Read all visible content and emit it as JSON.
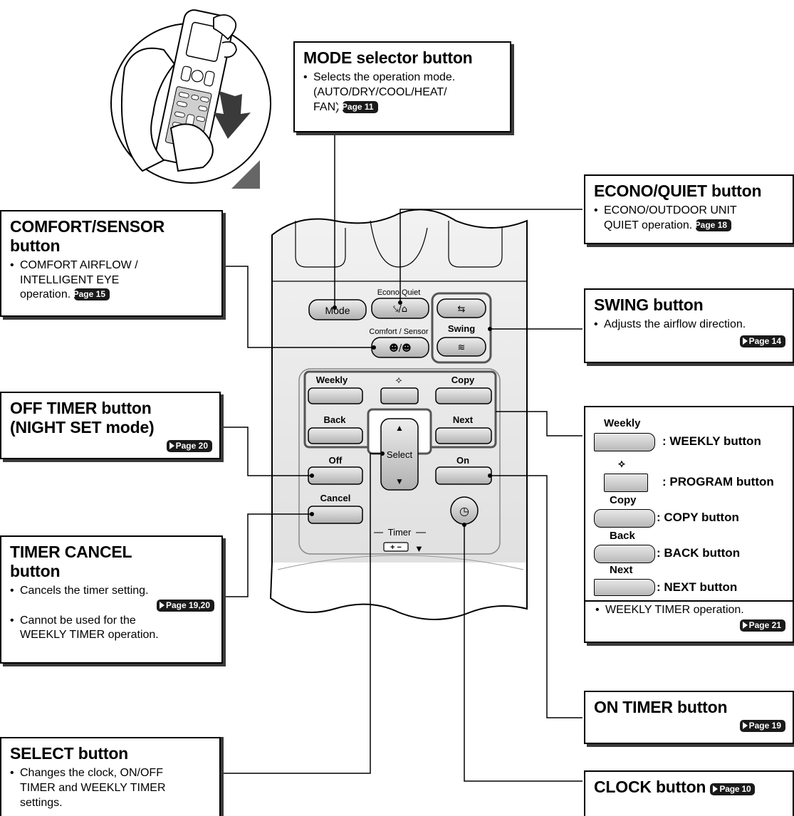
{
  "mode": {
    "title": "MODE selector button",
    "lines": [
      "Selects the operation mode.",
      "(AUTO/DRY/COOL/HEAT/",
      "FAN)"
    ],
    "page": "Page 11"
  },
  "econo": {
    "title": "ECONO/QUIET button",
    "lines": [
      "ECONO/OUTDOOR UNIT",
      "QUIET operation."
    ],
    "page": "Page 18"
  },
  "comfort": {
    "title_1": "COMFORT/SENSOR",
    "title_2": "button",
    "lines": [
      "COMFORT AIRFLOW /",
      "INTELLIGENT EYE",
      "operation."
    ],
    "page": "Page 15"
  },
  "swing": {
    "title": "SWING button",
    "text": "Adjusts the airflow direction.",
    "page": "Page 14"
  },
  "offtimer": {
    "title_1": "OFF TIMER button",
    "title_2": "(NIGHT SET mode)",
    "page": "Page 20"
  },
  "weekly_panel": {
    "weekly_label": "Weekly",
    "weekly_desc": ": WEEKLY button",
    "program_desc": ": PROGRAM button",
    "copy_label": "Copy",
    "copy_desc": ": COPY button",
    "back_label": "Back",
    "back_desc": ": BACK button",
    "next_label": "Next",
    "next_desc": ": NEXT button",
    "text": "WEEKLY TIMER operation.",
    "page": "Page 21"
  },
  "timercancel": {
    "title_1": "TIMER CANCEL",
    "title_2": "button",
    "text": "Cancels the timer setting.",
    "page": "Page 19,20",
    "text2_1": "Cannot be used for the",
    "text2_2": "WEEKLY TIMER operation."
  },
  "ontimer": {
    "title": "ON TIMER button",
    "page": "Page 19"
  },
  "select": {
    "title": "SELECT button",
    "lines": [
      "Changes the clock, ON/OFF",
      "TIMER and WEEKLY TIMER",
      "settings."
    ]
  },
  "clock": {
    "title": "CLOCK button",
    "page": "Page 10"
  },
  "remote": {
    "mode": "Mode",
    "econo_quiet": "Econo Quiet",
    "comfort_sensor": "Comfort / Sensor",
    "swing": "Swing",
    "weekly": "Weekly",
    "copy": "Copy",
    "back": "Back",
    "next": "Next",
    "select": "Select",
    "off": "Off",
    "on": "On",
    "cancel": "Cancel",
    "timer": "Timer"
  }
}
